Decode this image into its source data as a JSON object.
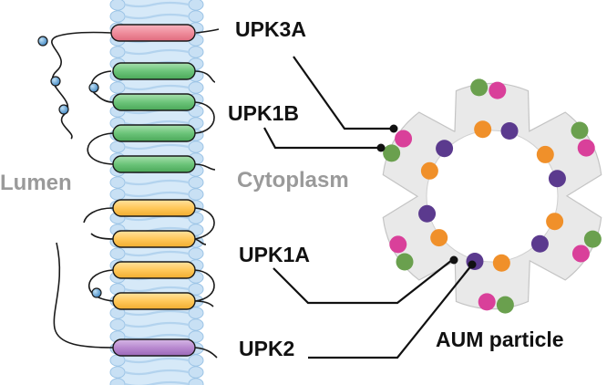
{
  "labels": {
    "upk3a": "UPK3A",
    "upk1b": "UPK1B",
    "upk1a": "UPK1A",
    "upk2": "UPK2",
    "lumen": "Lumen",
    "cytoplasm": "Cytoplasm",
    "aum_particle": "AUM particle"
  },
  "colors": {
    "membrane": "#c8e0f4",
    "membrane_edge": "#9cc4e6",
    "upk3a": "#f08a9a",
    "upk1b": "#6cc47a",
    "upk1a": "#ffc85a",
    "upk2": "#b98ad0",
    "sugar": "#5aa0d6",
    "particle_fill": "#e9e9e9",
    "particle_green": "#6aa04e",
    "particle_magenta": "#d9409a",
    "particle_orange": "#f0902a",
    "particle_purple": "#5b3a8e",
    "label_grey": "#9a9a9a"
  },
  "icons": {
    "glycan": "glycan-chain-icon",
    "membrane": "lipid-bilayer-icon"
  }
}
